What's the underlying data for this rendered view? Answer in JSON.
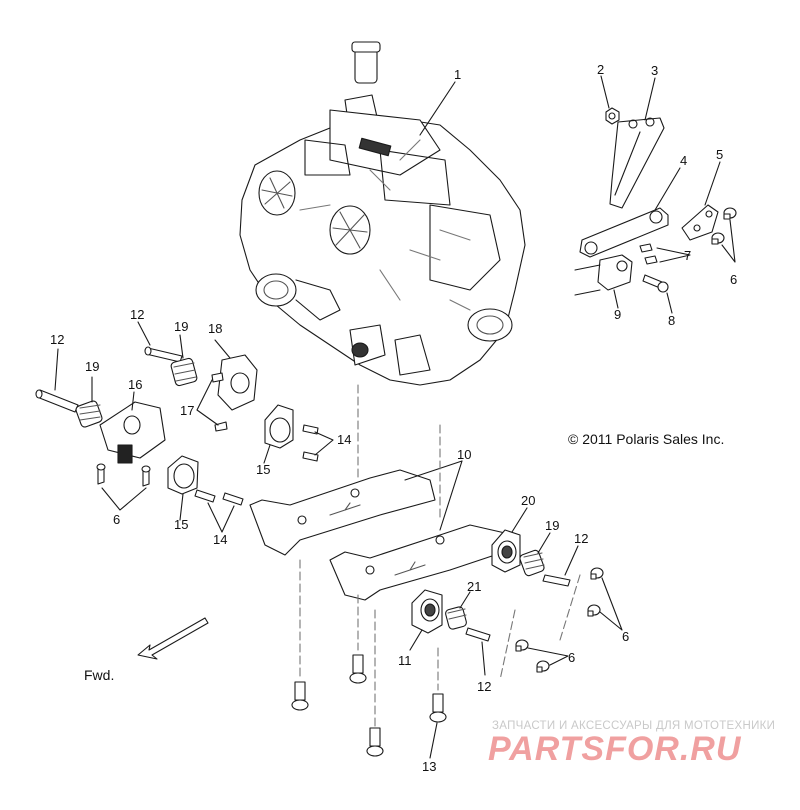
{
  "copyright": "© 2011 Polaris Sales Inc.",
  "direction_label": "Fwd.",
  "watermark": {
    "subtitle": "ЗАПЧАСТИ И АКСЕССУАРЫ ДЛЯ МОТОТЕХНИКИ",
    "logo": "PARTSFOR.RU"
  },
  "callouts": [
    "1",
    "2",
    "3",
    "4",
    "5",
    "6",
    "7",
    "8",
    "9",
    "10",
    "11",
    "12",
    "13",
    "14",
    "15",
    "16",
    "17",
    "18",
    "19",
    "20",
    "21"
  ],
  "colors": {
    "line": "#1a1a1a",
    "part_fill": "#ffffff",
    "shade": "#555555",
    "watermark": "#f0a0a0"
  }
}
